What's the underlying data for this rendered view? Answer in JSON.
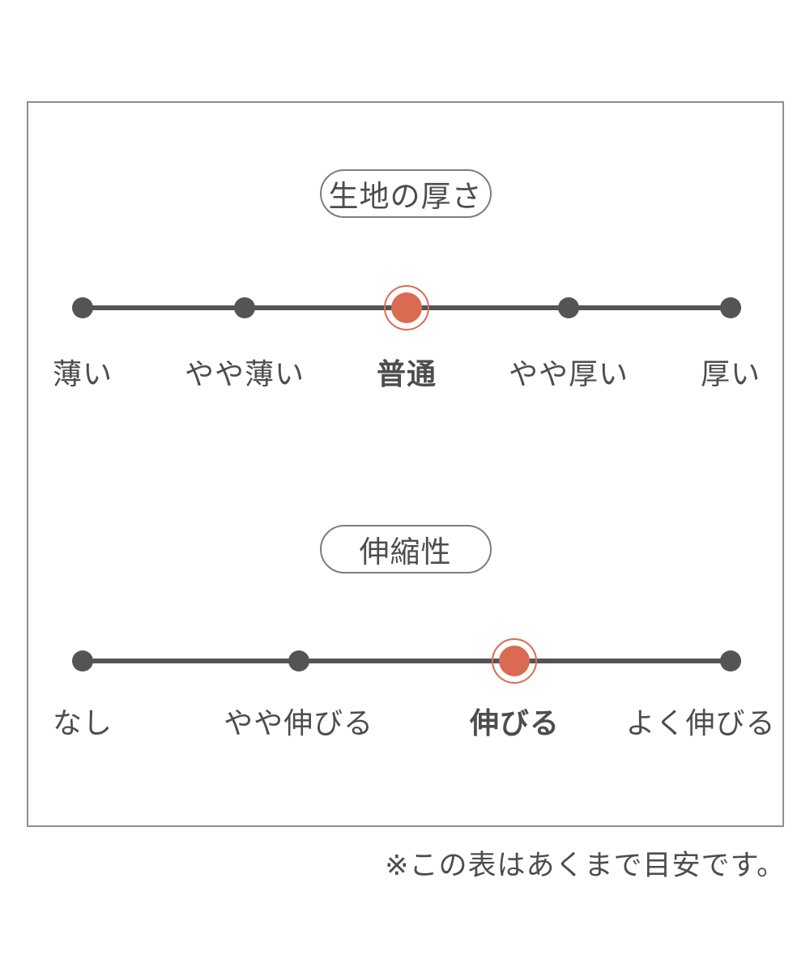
{
  "panel": {
    "footnote": "※この表はあくまで目安です。"
  },
  "colors": {
    "accent": "#d96b52",
    "text": "#4d4d4d",
    "line": "#545454",
    "frame_border": "#8f8f8f",
    "pill_border": "#7d7d7d"
  },
  "scales": [
    {
      "title": "生地の厚さ",
      "options": [
        "薄い",
        "やや薄い",
        "普通",
        "やや厚い",
        "厚い"
      ],
      "selected_index": 2,
      "selected_label": "普通"
    },
    {
      "title": "伸縮性",
      "options": [
        "なし",
        "やや伸びる",
        "伸びる",
        "よく伸びる"
      ],
      "selected_index": 2,
      "selected_label": "伸びる"
    }
  ]
}
